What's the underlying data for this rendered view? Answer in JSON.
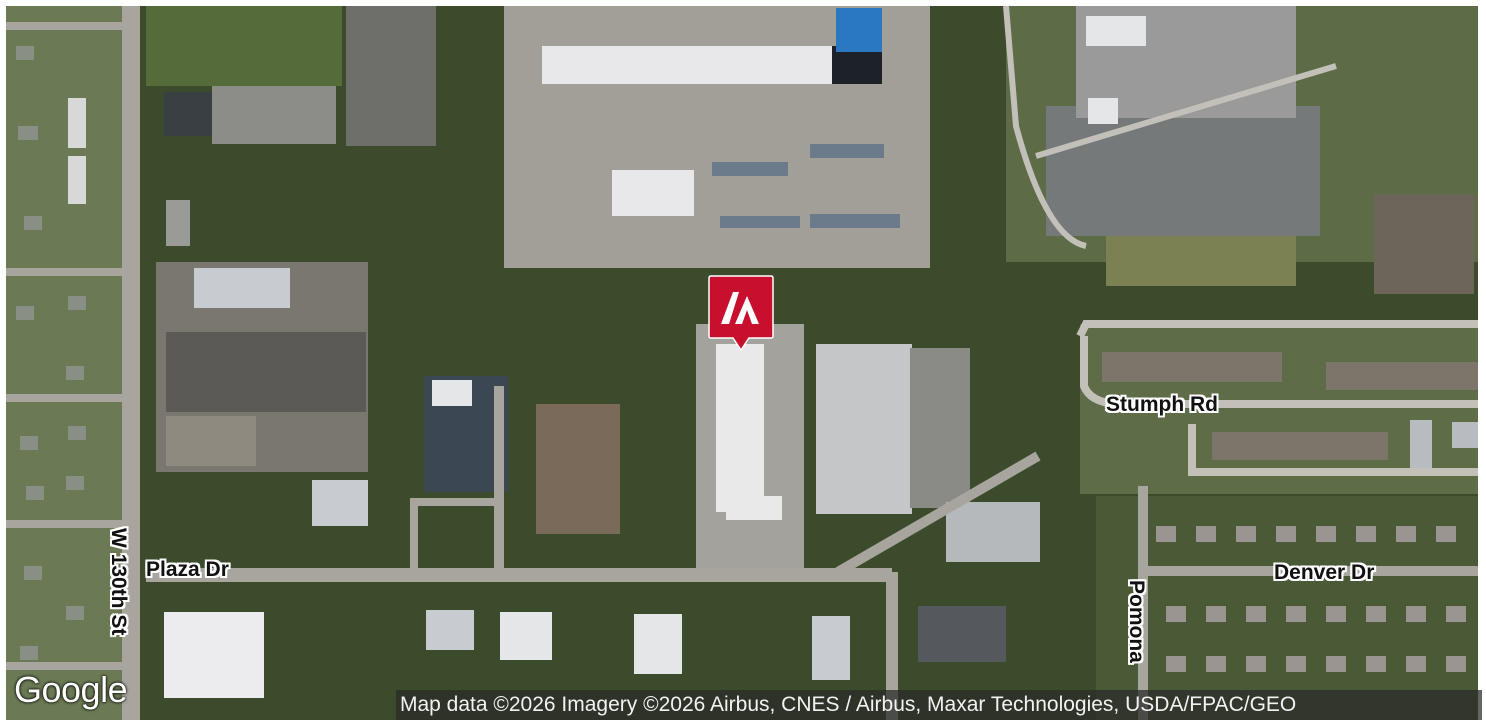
{
  "map": {
    "type": "satellite",
    "road_labels": {
      "plaza_dr": "Plaza Dr",
      "w_130th_st": "W 130th St",
      "stumph_rd": "Stumph Rd",
      "denver_dr": "Denver Dr",
      "pomona": "Pomona"
    },
    "logo_text": "Google",
    "attribution": "Map data ©2026 Imagery ©2026 Airbus, CNES / Airbus, Maxar Technologies, USDA/FPAC/GEO",
    "marker": {
      "icon": "brand-logo-marker-icon",
      "logo_text": "LA",
      "color": "#c8102e"
    }
  }
}
